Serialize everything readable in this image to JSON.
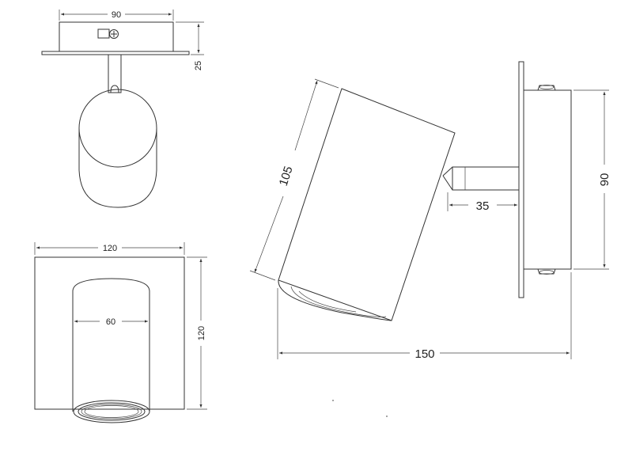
{
  "dimensions": {
    "top_view_width": "90",
    "top_view_depth": "25",
    "front_view_width": "120",
    "front_view_height": "120",
    "front_view_diameter": "60",
    "side_view_length": "105",
    "side_view_arm": "35",
    "side_view_plate_height": "90",
    "side_view_total_depth": "150"
  },
  "colors": {
    "line": "#333333",
    "background": "#ffffff"
  }
}
